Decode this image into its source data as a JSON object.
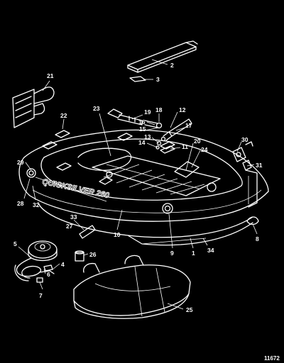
{
  "diagram": {
    "brand_text": "QUICKSILVER 260",
    "doc_id": "11672",
    "callouts": [
      {
        "id": "c1",
        "label": "1"
      },
      {
        "id": "c2",
        "label": "2"
      },
      {
        "id": "c3",
        "label": "3"
      },
      {
        "id": "c4",
        "label": "4"
      },
      {
        "id": "c5",
        "label": "5"
      },
      {
        "id": "c6",
        "label": "6"
      },
      {
        "id": "c7",
        "label": "7"
      },
      {
        "id": "c8",
        "label": "8"
      },
      {
        "id": "c9",
        "label": "9"
      },
      {
        "id": "c10",
        "label": "10"
      },
      {
        "id": "c11",
        "label": "11"
      },
      {
        "id": "c12",
        "label": "12"
      },
      {
        "id": "c13",
        "label": "13"
      },
      {
        "id": "c14",
        "label": "14"
      },
      {
        "id": "c15",
        "label": "15"
      },
      {
        "id": "c16",
        "label": "16"
      },
      {
        "id": "c17",
        "label": "17"
      },
      {
        "id": "c18",
        "label": "18"
      },
      {
        "id": "c19",
        "label": "19"
      },
      {
        "id": "c20",
        "label": "20"
      },
      {
        "id": "c21",
        "label": "21"
      },
      {
        "id": "c22",
        "label": "22"
      },
      {
        "id": "c23",
        "label": "23"
      },
      {
        "id": "c24",
        "label": "24"
      },
      {
        "id": "c25",
        "label": "25"
      },
      {
        "id": "c26",
        "label": "26"
      },
      {
        "id": "c27",
        "label": "27"
      },
      {
        "id": "c28",
        "label": "28"
      },
      {
        "id": "c29",
        "label": "29"
      },
      {
        "id": "c30",
        "label": "30"
      },
      {
        "id": "c31",
        "label": "31"
      },
      {
        "id": "c32",
        "label": "32"
      },
      {
        "id": "c33",
        "label": "33"
      },
      {
        "id": "c34",
        "label": "34"
      }
    ]
  }
}
